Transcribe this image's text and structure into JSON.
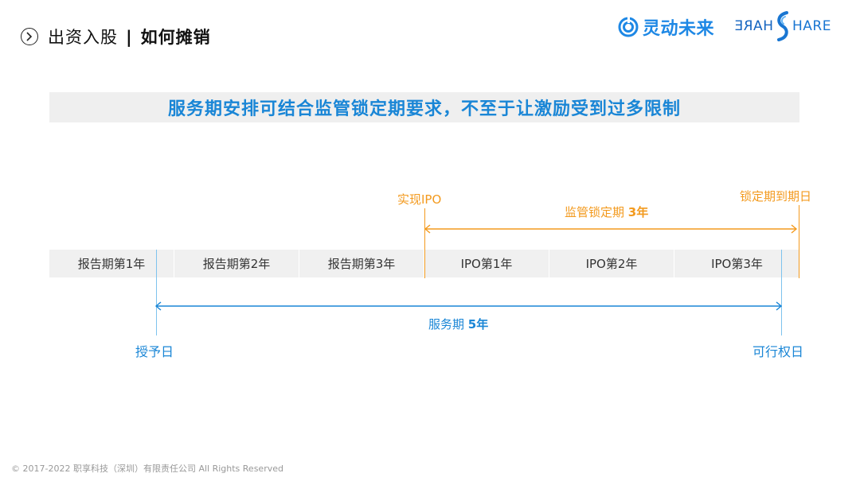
{
  "header": {
    "icon": "chevron-right-circle-icon",
    "title_left": "出资入股",
    "separator": "|",
    "title_right": "如何摊销"
  },
  "logos": {
    "logo1_text": "灵动未来",
    "logo2_mirror_text": "HARE",
    "logo2_text": "HARE"
  },
  "banner": {
    "text": "服务期安排可结合监管锁定期要求，不至于让激励受到过多限制"
  },
  "timeline": {
    "periods": [
      "报告期第1年",
      "报告期第2年",
      "报告期第3年",
      "IPO第1年",
      "IPO第2年",
      "IPO第3年"
    ],
    "ipo_label": "实现IPO",
    "lock_end_label": "锁定期到期日",
    "lock_label_prefix": "监管锁定期 ",
    "lock_label_value": "3年",
    "service_label_prefix": "服务期 ",
    "service_label_value": "5年",
    "grant_label": "授予日",
    "exercise_label": "可行权日"
  },
  "colors": {
    "orange": "#f39a1e",
    "blue": "#1a86d6",
    "banner_bg": "#efefef",
    "bar_bg": "#f0f0f0"
  },
  "footer": {
    "copyright": "© 2017-2022 职享科技（深圳）有限责任公司 All Rights Reserved"
  }
}
